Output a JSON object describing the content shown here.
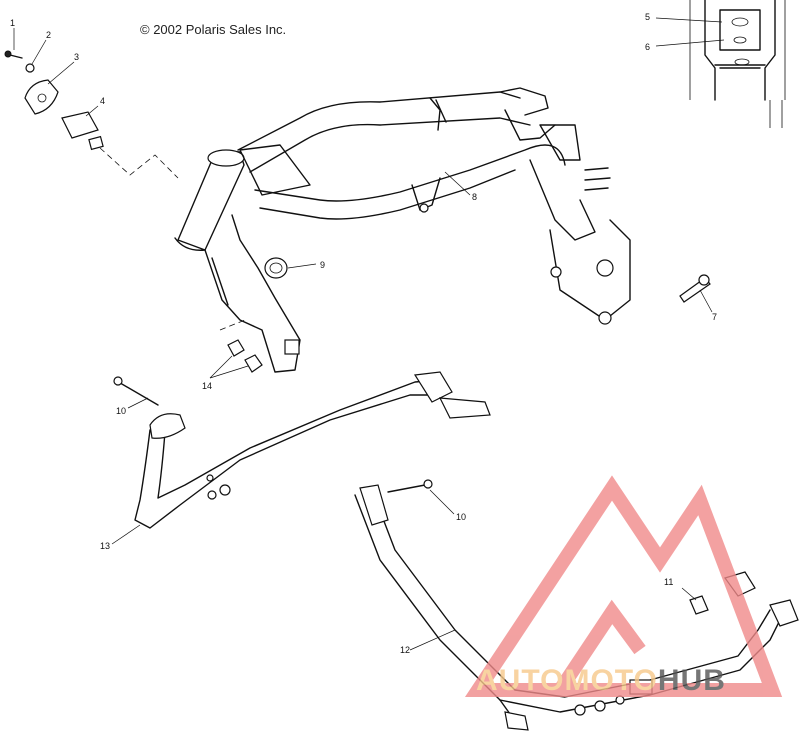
{
  "copyright": "© 2002 Polaris Sales Inc.",
  "callouts": [
    {
      "id": "c1",
      "label": "1"
    },
    {
      "id": "c2",
      "label": "2"
    },
    {
      "id": "c3",
      "label": "3"
    },
    {
      "id": "c4",
      "label": "4"
    },
    {
      "id": "c5",
      "label": "5"
    },
    {
      "id": "c6",
      "label": "6"
    },
    {
      "id": "c7",
      "label": "7"
    },
    {
      "id": "c8",
      "label": "8"
    },
    {
      "id": "c9",
      "label": "9"
    },
    {
      "id": "c10a",
      "label": "10"
    },
    {
      "id": "c10b",
      "label": "10"
    },
    {
      "id": "c11",
      "label": "11"
    },
    {
      "id": "c12",
      "label": "12"
    },
    {
      "id": "c13",
      "label": "13"
    },
    {
      "id": "c14",
      "label": "14"
    }
  ],
  "watermark": {
    "text_parts": [
      "AUTOMOTO",
      "HUB"
    ],
    "colors": {
      "triangle": "#f08a8a",
      "text": "#f7c98a",
      "text_dark": "#555555"
    }
  }
}
